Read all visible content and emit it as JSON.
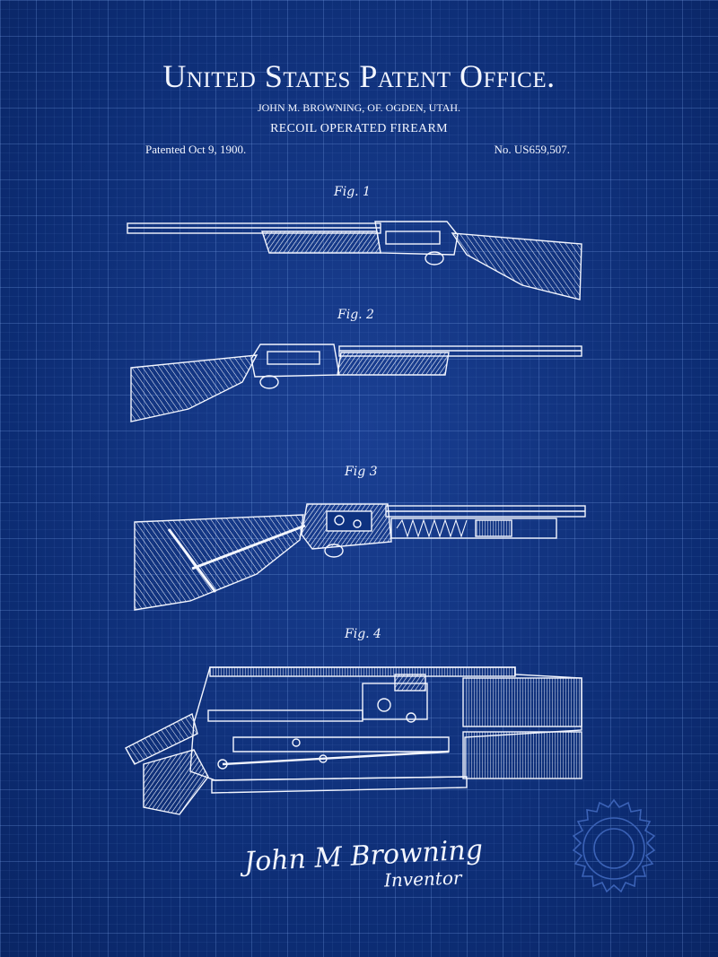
{
  "header": {
    "title": "United States Patent Office.",
    "inventor": "JOHN M. BROWNING, OF. OGDEN, UTAH.",
    "invention": "RECOIL OPERATED FIREARM",
    "patented": "Patented Oct 9, 1900.",
    "number": "No. US659,507."
  },
  "figures": {
    "fig1": "Fig. 1",
    "fig2": "Fig. 2",
    "fig3": "Fig 3",
    "fig4": "Fig. 4"
  },
  "signature": {
    "name": "John M Browning",
    "role": "Inventor"
  },
  "colors": {
    "background": "#0e3280",
    "grid": "#5a82d0",
    "ink": "#f3f6ff"
  },
  "icons": {
    "seal": "embossed-seal-icon"
  }
}
